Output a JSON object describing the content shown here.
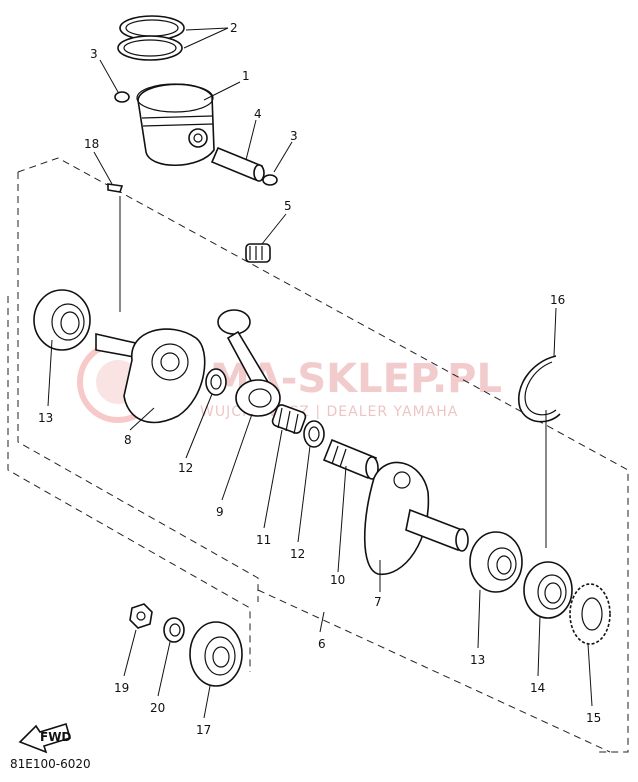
{
  "diagram": {
    "callouts": [
      {
        "id": "c1",
        "label": "1"
      },
      {
        "id": "c2",
        "label": "2"
      },
      {
        "id": "c3a",
        "label": "3"
      },
      {
        "id": "c3b",
        "label": "3"
      },
      {
        "id": "c4",
        "label": "4"
      },
      {
        "id": "c5",
        "label": "5"
      },
      {
        "id": "c6",
        "label": "6"
      },
      {
        "id": "c7",
        "label": "7"
      },
      {
        "id": "c8",
        "label": "8"
      },
      {
        "id": "c9",
        "label": "9"
      },
      {
        "id": "c10",
        "label": "10"
      },
      {
        "id": "c11",
        "label": "11"
      },
      {
        "id": "c12a",
        "label": "12"
      },
      {
        "id": "c12b",
        "label": "12"
      },
      {
        "id": "c13a",
        "label": "13"
      },
      {
        "id": "c13b",
        "label": "13"
      },
      {
        "id": "c14",
        "label": "14"
      },
      {
        "id": "c15",
        "label": "15"
      },
      {
        "id": "c16",
        "label": "16"
      },
      {
        "id": "c17",
        "label": "17"
      },
      {
        "id": "c18",
        "label": "18"
      },
      {
        "id": "c19",
        "label": "19"
      },
      {
        "id": "c20",
        "label": "20"
      }
    ],
    "fwd_label": "FWD",
    "code": "81E100-6020"
  },
  "watermark": {
    "title": "MA-SKLEP.PL",
    "subtitle": "WUJCIKOWICZ | DEALER YAMAHA",
    "color": "#e06b6b"
  }
}
